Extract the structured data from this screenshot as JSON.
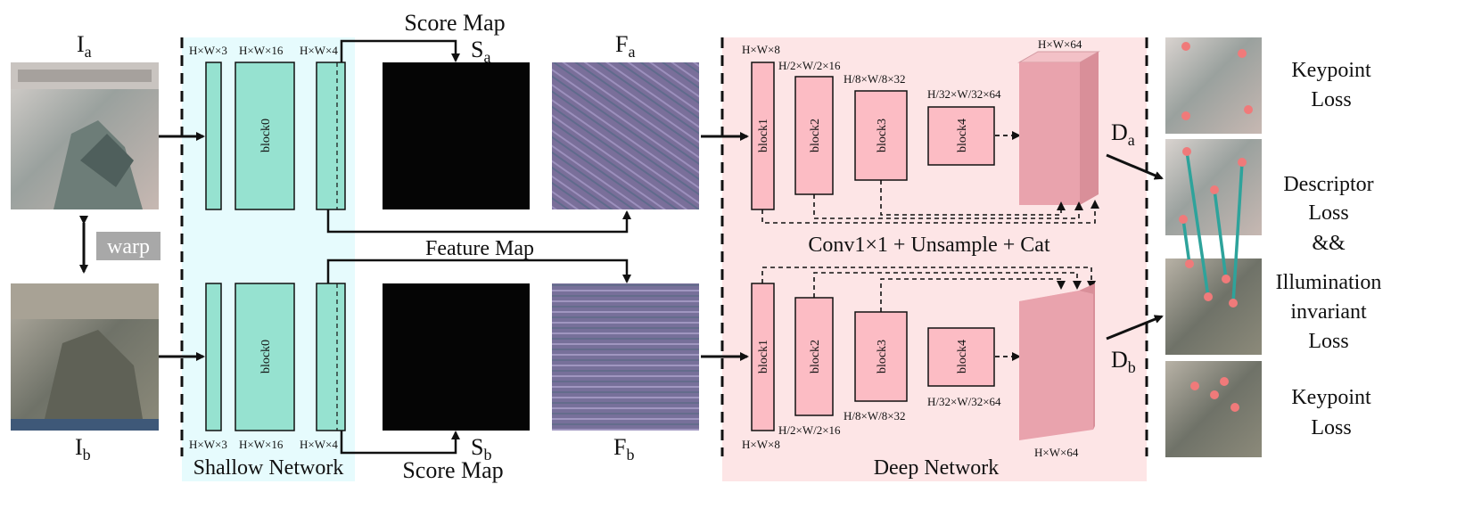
{
  "labels": {
    "ia_main": "I",
    "ia_sub": "a",
    "ib_main": "I",
    "ib_sub": "b",
    "warp": "warp",
    "score_map_top": "Score Map",
    "score_map_bottom": "Score Map",
    "sa_main": "S",
    "sa_sub": "a",
    "sb_main": "S",
    "sb_sub": "b",
    "fa_main": "F",
    "fa_sub": "a",
    "fb_main": "F",
    "fb_sub": "b",
    "feature_map": "Feature Map",
    "da_main": "D",
    "da_sub": "a",
    "db_main": "D",
    "db_sub": "b",
    "shallow_network": "Shallow Network",
    "deep_network": "Deep Network",
    "conv_caption": "Conv1×1 + Unsample + Cat"
  },
  "shallow": {
    "dims": [
      "H×W×3",
      "H×W×16",
      "H×W×4"
    ],
    "block0": "block0"
  },
  "deep_top": {
    "dims": [
      "H×W×8",
      "H/2×W/2×16",
      "H/8×W/8×32",
      "H/32×W/32×64",
      "H×W×64"
    ],
    "blocks": [
      "block1",
      "block2",
      "block3",
      "block4"
    ]
  },
  "deep_bottom": {
    "dims": [
      "H×W×8",
      "H/2×W/2×16",
      "H/8×W/8×32",
      "H/32×W/32×64",
      "H×W×64"
    ],
    "blocks": [
      "block1",
      "block2",
      "block3",
      "block4"
    ]
  },
  "losses": {
    "keypoint_top": [
      "Keypoint",
      "Loss"
    ],
    "middle": [
      "Descriptor",
      "Loss",
      "&&",
      "Illumination",
      "invariant",
      "Loss"
    ],
    "keypoint_bottom": [
      "Keypoint",
      "Loss"
    ]
  },
  "colors": {
    "shallow_bg": "#e6fbfd",
    "deep_bg": "#fde5e6",
    "teal_block": "#96e2d0",
    "pink_block": "#fcbcc4",
    "cube_front": "#e9a3ad",
    "warp_bg": "#a8a8a8",
    "match_line": "#2ea39b",
    "keypoint_dot": "#f07a7a"
  }
}
